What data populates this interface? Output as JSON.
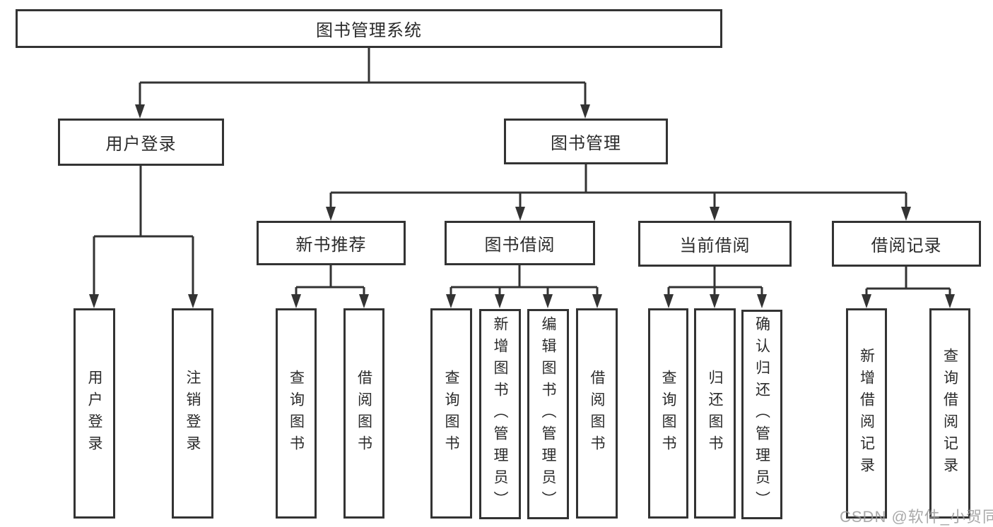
{
  "diagram": {
    "root_label": "图书管理系统",
    "nodes": {
      "user_login": "用户登录",
      "book_management": "图书管理",
      "new_book_recommend": "新书推荐",
      "book_borrow": "图书借阅",
      "current_borrow": "当前借阅",
      "borrow_record": "借阅记录"
    },
    "leaves": {
      "login": "用户登录",
      "logout": "注销登录",
      "recommend_query": "查询图书",
      "recommend_borrow": "借阅图书",
      "borrow_query": "查询图书",
      "borrow_add": "新增图书（管理员）",
      "borrow_edit": "编辑图书（管理员）",
      "borrow_borrow": "借阅图书",
      "current_query": "查询图书",
      "current_return": "归还图书",
      "current_confirm": "确认归还（管理员）",
      "record_add": "新增借阅记录",
      "record_query": "查询借阅记录"
    },
    "watermark": "CSDN @软件_小贺同学",
    "colors": {
      "line": "#333333",
      "text": "#2b2b2b",
      "watermark": "#9b9b9b",
      "background": "#ffffff"
    }
  }
}
